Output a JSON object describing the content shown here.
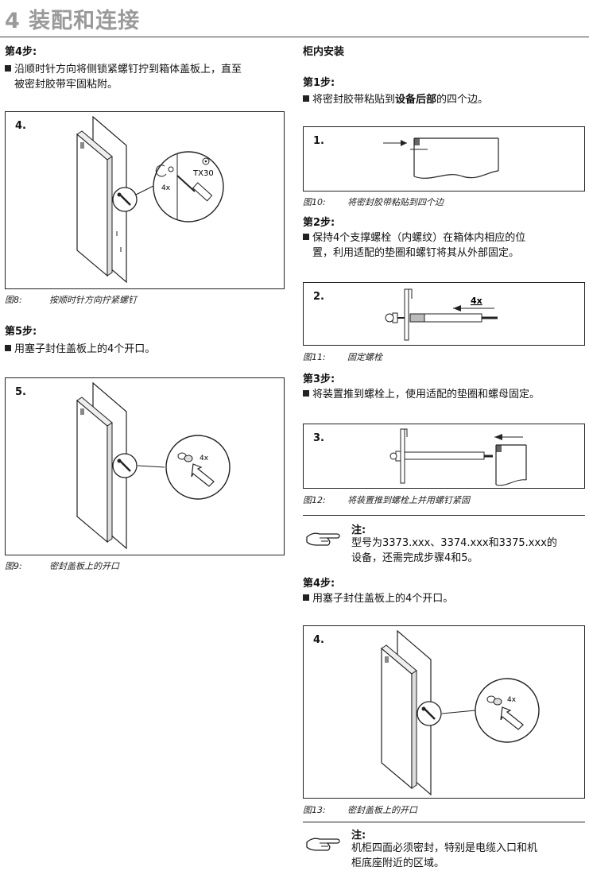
{
  "header": {
    "title": "4 装配和连接"
  },
  "left": {
    "step4": {
      "heading": "第4步:",
      "text_line1": "沿顺时针方向将侧锁紧螺钉拧到箱体盖板上，直至",
      "text_line2": "被密封胶带牢固粘附。"
    },
    "fig8": {
      "number": "4.",
      "callout_count": "4x",
      "tool_label": "TX30",
      "caption_num": "图8:",
      "caption_text": "按顺时针方向拧紧螺钉"
    },
    "step5": {
      "heading": "第5步:",
      "text": "用塞子封住盖板上的4个开口。"
    },
    "fig9": {
      "number": "5.",
      "callout_count": "4x",
      "caption_num": "图9:",
      "caption_text": "密封盖板上的开口"
    }
  },
  "right": {
    "section_title": "柜内安装",
    "step1": {
      "heading": "第1步:",
      "text_pre": "将密封胶带粘贴到",
      "text_bold": "设备后部",
      "text_post": "的四个边。"
    },
    "fig10": {
      "number": "1.",
      "caption_num": "图10:",
      "caption_text": "将密封胶带粘贴到四个边"
    },
    "step2": {
      "heading": "第2步:",
      "text_line1": "保持4个支撑螺栓（内螺纹）在箱体内相应的位",
      "text_line2": "置，利用适配的垫圈和螺钉将其从外部固定。"
    },
    "fig11": {
      "number": "2.",
      "callout_count": "4x",
      "caption_num": "图11:",
      "caption_text": "固定螺栓"
    },
    "step3": {
      "heading": "第3步:",
      "text": "将装置推到螺栓上，使用适配的垫圈和螺母固定。"
    },
    "fig12": {
      "number": "3.",
      "caption_num": "图12:",
      "caption_text": "将装置推到螺栓上并用螺钉紧固"
    },
    "note1": {
      "label": "注:",
      "line1": "型号为3373.xxx、3374.xxx和3375.xxx的",
      "line2": "设备，还需完成步骤4和5。"
    },
    "step4": {
      "heading": "第4步:",
      "text": "用塞子封住盖板上的4个开口。"
    },
    "fig13": {
      "number": "4.",
      "callout_count": "4x",
      "caption_num": "图13:",
      "caption_text": "密封盖板上的开口"
    },
    "note2": {
      "label": "注:",
      "line1": "机柜四面必须密封，特别是电缆入口和机",
      "line2": "柜底座附近的区域。"
    }
  },
  "icons": {
    "note": "pointing-hand-icon",
    "screw": "screw-icon",
    "screwdriver": "screwdriver-icon",
    "plug": "plug-icon",
    "arrow": "arrow-icon"
  }
}
